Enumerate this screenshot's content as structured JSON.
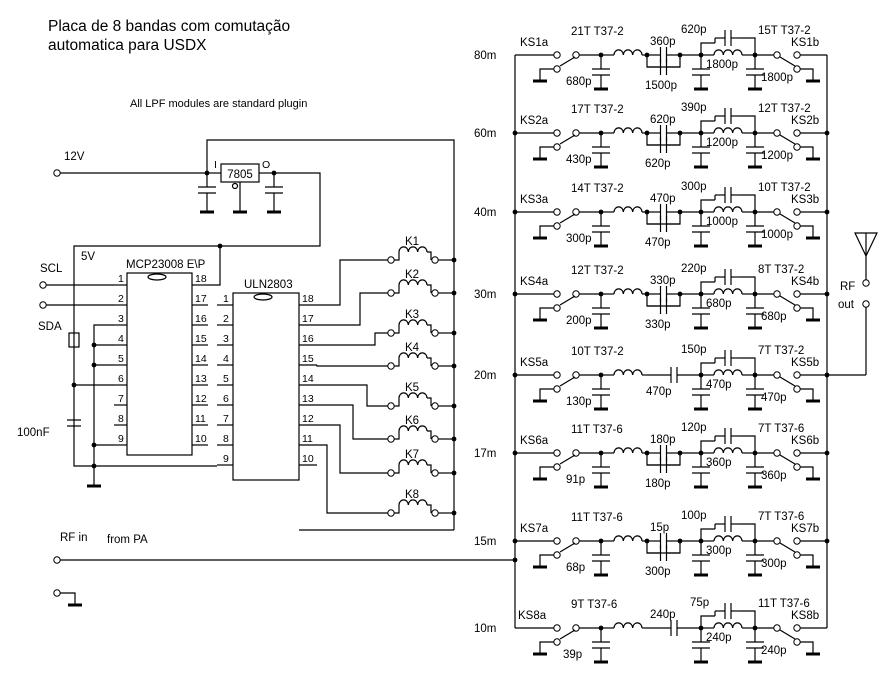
{
  "title": {
    "line1": "Placa de 8 bandas com comutação",
    "line2": "automatica para USDX"
  },
  "note": "All LPF modules are standard plugin",
  "power": {
    "input_label": "12V",
    "regulator": "7805",
    "reg_in_pin": "I",
    "reg_out_pin": "O",
    "rail_label": "5V"
  },
  "ic1": {
    "name": "MCP23008 E\\P",
    "left_pins": [
      "1",
      "2",
      "3",
      "4",
      "5",
      "6",
      "7",
      "8",
      "9"
    ],
    "right_pins": [
      "18",
      "17",
      "16",
      "15",
      "14",
      "13",
      "12",
      "11",
      "10"
    ]
  },
  "ic2": {
    "name": "ULN2803",
    "left_pins": [
      "1",
      "2",
      "3",
      "4",
      "5",
      "6",
      "7",
      "8",
      "9"
    ],
    "right_pins": [
      "18",
      "17",
      "16",
      "15",
      "14",
      "13",
      "12",
      "11",
      "10"
    ]
  },
  "bus": {
    "scl": "SCL",
    "sda": "SDA",
    "cap": "100nF"
  },
  "relays": [
    "K1",
    "K2",
    "K3",
    "K4",
    "K5",
    "K6",
    "K7",
    "K8"
  ],
  "rf_in": {
    "label": "RF in",
    "note": "from PA"
  },
  "rf_out": {
    "label1": "RF",
    "label2": "out"
  },
  "bands": [
    {
      "band": "80m",
      "sw_a": "KS1a",
      "sw_b": "KS1b",
      "c_in": "680p",
      "l1": "21T T37-2",
      "c_s1": "360p",
      "c_s2": "1500p",
      "c_mid": "1800p",
      "c_par": "620p",
      "l2": "15T T37-2",
      "c_out": "1800p"
    },
    {
      "band": "60m",
      "sw_a": "KS2a",
      "sw_b": "KS2b",
      "c_in": "430p",
      "l1": "17T T37-2",
      "c_s1": "620p",
      "c_s2": "620p",
      "c_mid": "1200p",
      "c_par": "390p",
      "l2": "12T T37-2",
      "c_out": "1200p"
    },
    {
      "band": "40m",
      "sw_a": "KS3a",
      "sw_b": "KS3b",
      "c_in": "300p",
      "l1": "14T T37-2",
      "c_s1": "470p",
      "c_s2": "470p",
      "c_mid": "1000p",
      "c_par": "300p",
      "l2": "10T T37-2",
      "c_out": "1000p"
    },
    {
      "band": "30m",
      "sw_a": "KS4a",
      "sw_b": "KS4b",
      "c_in": "200p",
      "l1": "12T T37-2",
      "c_s1": "330p",
      "c_s2": "330p",
      "c_mid": "680p",
      "c_par": "220p",
      "l2": "8T T37-2",
      "c_out": "680p"
    },
    {
      "band": "20m",
      "sw_a": "KS5a",
      "sw_b": "KS5b",
      "c_in": "130p",
      "l1": "10T T37-2",
      "c_s1": "470p",
      "c_s2": null,
      "c_mid": "470p",
      "c_par": "150p",
      "l2": "7T T37-2",
      "c_out": "470p"
    },
    {
      "band": "17m",
      "sw_a": "KS6a",
      "sw_b": "KS6b",
      "c_in": "91p",
      "l1": "11T T37-6",
      "c_s1": "180p",
      "c_s2": "180p",
      "c_mid": "360p",
      "c_par": "120p",
      "l2": "7T T37-6",
      "c_out": "360p"
    },
    {
      "band": "15m",
      "sw_a": "KS7a",
      "sw_b": "KS7b",
      "c_in": "68p",
      "l1": "11T T37-6",
      "c_s1": "15p",
      "c_s2": "300p",
      "c_mid": "300p",
      "c_par": "100p",
      "l2": "7T T37-6",
      "c_out": "300p"
    },
    {
      "band": "10m",
      "sw_a": "KS8a",
      "sw_b": "KS8b",
      "c_in": "39p",
      "l1": "9T T37-6",
      "c_s1": "240p",
      "c_s2": null,
      "c_mid": "240p",
      "c_par": "75p",
      "l2": "11T T37-6",
      "c_out": "240p"
    }
  ]
}
